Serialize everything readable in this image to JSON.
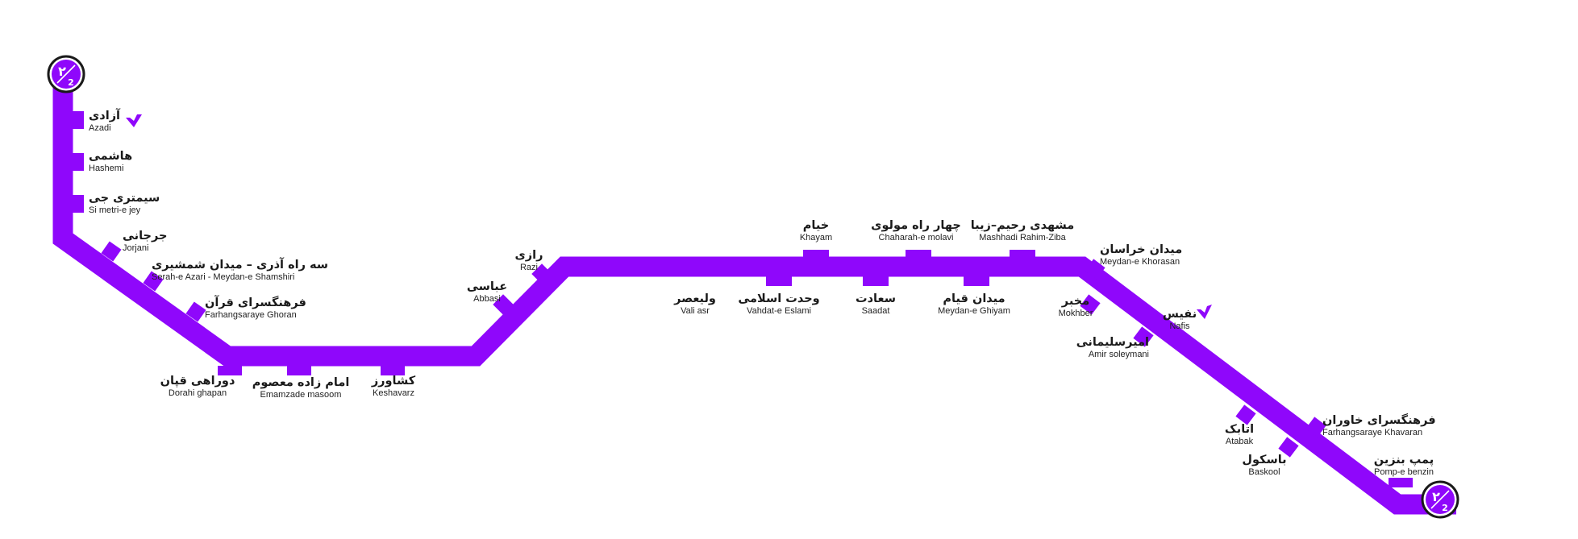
{
  "line": {
    "color": "#8f07fb",
    "terminal_badge": {
      "numeral": "۲",
      "sub": "2"
    }
  },
  "stations": [
    {
      "id": "azadi",
      "fa": "آزادی",
      "en": "Azadi",
      "marker": "check-icon"
    },
    {
      "id": "hashemi",
      "fa": "هاشمی",
      "en": "Hashemi"
    },
    {
      "id": "simetri",
      "fa": "سیمتری جی",
      "en": "Si metri-e jey"
    },
    {
      "id": "jorjani",
      "fa": "جرجانی",
      "en": "Jorjani"
    },
    {
      "id": "serah",
      "fa": "سه راه آذری – میدان شمشیری",
      "en": "Serah-e Azari - Meydan-e Shamshiri"
    },
    {
      "id": "farhang-ghoran",
      "fa": "فرهنگسرای قرآن",
      "en": "Farhangsaraye Ghoran"
    },
    {
      "id": "dorahi",
      "fa": "دوراهی قپان",
      "en": "Dorahi ghapan"
    },
    {
      "id": "emamzade",
      "fa": "امام زاده معصوم",
      "en": "Emamzade masoom"
    },
    {
      "id": "keshavarz",
      "fa": "کشاورز",
      "en": "Keshavarz"
    },
    {
      "id": "abbasi",
      "fa": "عباسی",
      "en": "Abbasi"
    },
    {
      "id": "razi",
      "fa": "رازی",
      "en": "Razi"
    },
    {
      "id": "valiasr",
      "fa": "ولیعصر",
      "en": "Vali asr"
    },
    {
      "id": "vahdat",
      "fa": "وحدت اسلامی",
      "en": "Vahdat-e Eslami"
    },
    {
      "id": "khayam",
      "fa": "خیام",
      "en": "Khayam"
    },
    {
      "id": "saadat",
      "fa": "سعادت",
      "en": "Saadat"
    },
    {
      "id": "molavi",
      "fa": "چهار راه مولوی",
      "en": "Chaharah-e molavi"
    },
    {
      "id": "ghiyam",
      "fa": "میدان قیام",
      "en": "Meydan-e Ghiyam"
    },
    {
      "id": "mashhadi",
      "fa": "مشهدی رحیم–زیبا",
      "en": "Mashhadi Rahim-Ziba"
    },
    {
      "id": "khorasan",
      "fa": "میدان خراسان",
      "en": "Meydan-e Khorasan"
    },
    {
      "id": "mokhber",
      "fa": "مخبر",
      "en": "Mokhber"
    },
    {
      "id": "nafis",
      "fa": "نفیس",
      "en": "Nafis",
      "marker": "check-icon"
    },
    {
      "id": "amir",
      "fa": "امیرسلیمانی",
      "en": "Amir soleymani"
    },
    {
      "id": "atabak",
      "fa": "اتابک",
      "en": "Atabak"
    },
    {
      "id": "farhang-khavaran",
      "fa": "فرهنگسرای خاوران",
      "en": "Farhangsaraye Khavaran"
    },
    {
      "id": "baskool",
      "fa": "باسکول",
      "en": "Baskool"
    },
    {
      "id": "pomp",
      "fa": "پمپ بنزین",
      "en": "Pomp-e benzin"
    }
  ]
}
